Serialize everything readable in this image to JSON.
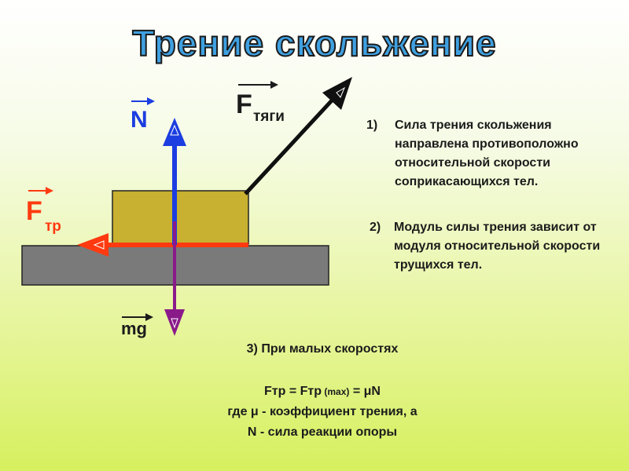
{
  "title": "Трение скольжение",
  "labels": {
    "normal_force": "N",
    "traction_base": "F",
    "traction_sub": "тяги",
    "friction_base": "F",
    "friction_sub": "тр",
    "gravity": "mg"
  },
  "points": [
    {
      "number": "1)",
      "text": "Сила трения скольжения направлена противоположно относительной скорости соприкасающихся тел."
    },
    {
      "number": "2)",
      "text": "Модуль силы трения зависит от модуля относительной скорости трущихся тел."
    }
  ],
  "point3": "3) При малых скоростях",
  "formula": {
    "lhs": "Fтр = ",
    "mid": "Fтр",
    "mid_sub": " (max)",
    "rhs": " = μN",
    "line2": "где μ - коэффициент трения, а",
    "line3": "N - сила реакции опоры"
  },
  "colors": {
    "title_fill": "#3fa0e0",
    "surface": "#7a7a7a",
    "block": "#c8b030",
    "normal_arrow": "#1c3de0",
    "gravity_arrow": "#8a1a8a",
    "friction_arrow": "#ff3a10",
    "traction_arrow": "#101010",
    "friction_label": "#ff3a10",
    "normal_label": "#1c3de0"
  }
}
